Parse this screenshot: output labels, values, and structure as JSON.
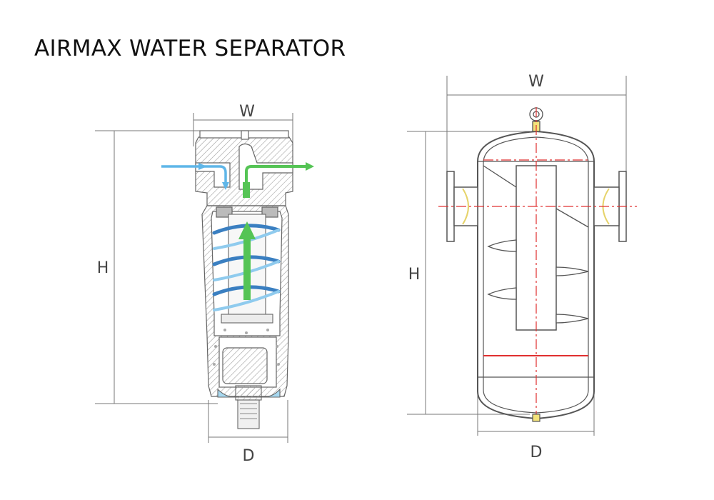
{
  "title": "AIRMAX WATER SEPARATOR",
  "left_diagram": {
    "width_label": "W",
    "height_label": "H",
    "diameter_label": "D"
  },
  "right_diagram": {
    "width_label": "W",
    "height_label": "H",
    "diameter_label": "D"
  },
  "colors": {
    "inlet_flow": "#5fb6e8",
    "outlet_flow": "#55c455",
    "swirl": "#3a7fc1",
    "centerline": "#e03030",
    "outline": "#555555",
    "hatch": "#9a9a9a",
    "lens": "#f3e27a"
  }
}
